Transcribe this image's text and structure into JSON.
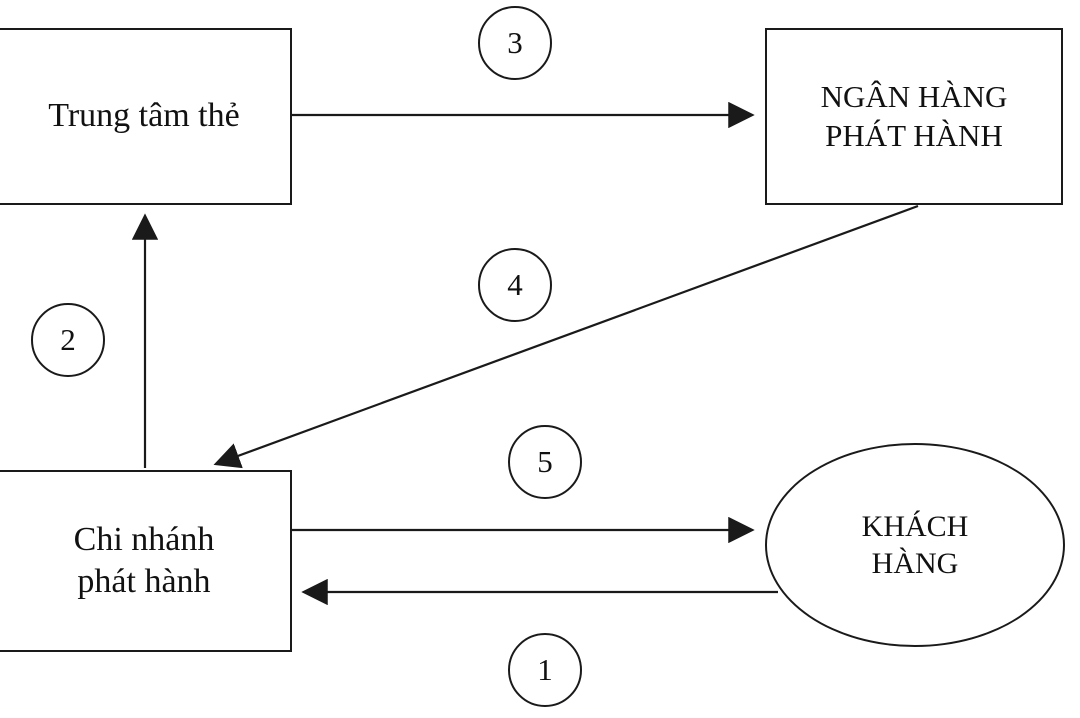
{
  "diagram": {
    "nodes": {
      "card_center": {
        "label": "Trung tâm thẻ"
      },
      "issuing_bank": {
        "line1": "NGÂN HÀNG",
        "line2": "PHÁT HÀNH"
      },
      "issuing_branch": {
        "line1": "Chi nhánh",
        "line2": "phát hành"
      },
      "customer": {
        "line1": "KHÁCH",
        "line2": "HÀNG"
      }
    },
    "steps": {
      "s1": "1",
      "s2": "2",
      "s3": "3",
      "s4": "4",
      "s5": "5"
    },
    "edges": [
      {
        "step": "1",
        "from": "customer",
        "to": "issuing_branch"
      },
      {
        "step": "2",
        "from": "issuing_branch",
        "to": "card_center"
      },
      {
        "step": "3",
        "from": "card_center",
        "to": "issuing_bank"
      },
      {
        "step": "4",
        "from": "issuing_bank",
        "to": "issuing_branch"
      },
      {
        "step": "5",
        "from": "issuing_branch",
        "to": "customer"
      }
    ],
    "colors": {
      "line": "#1a1a1a",
      "background": "#ffffff",
      "text": "#111111"
    }
  }
}
